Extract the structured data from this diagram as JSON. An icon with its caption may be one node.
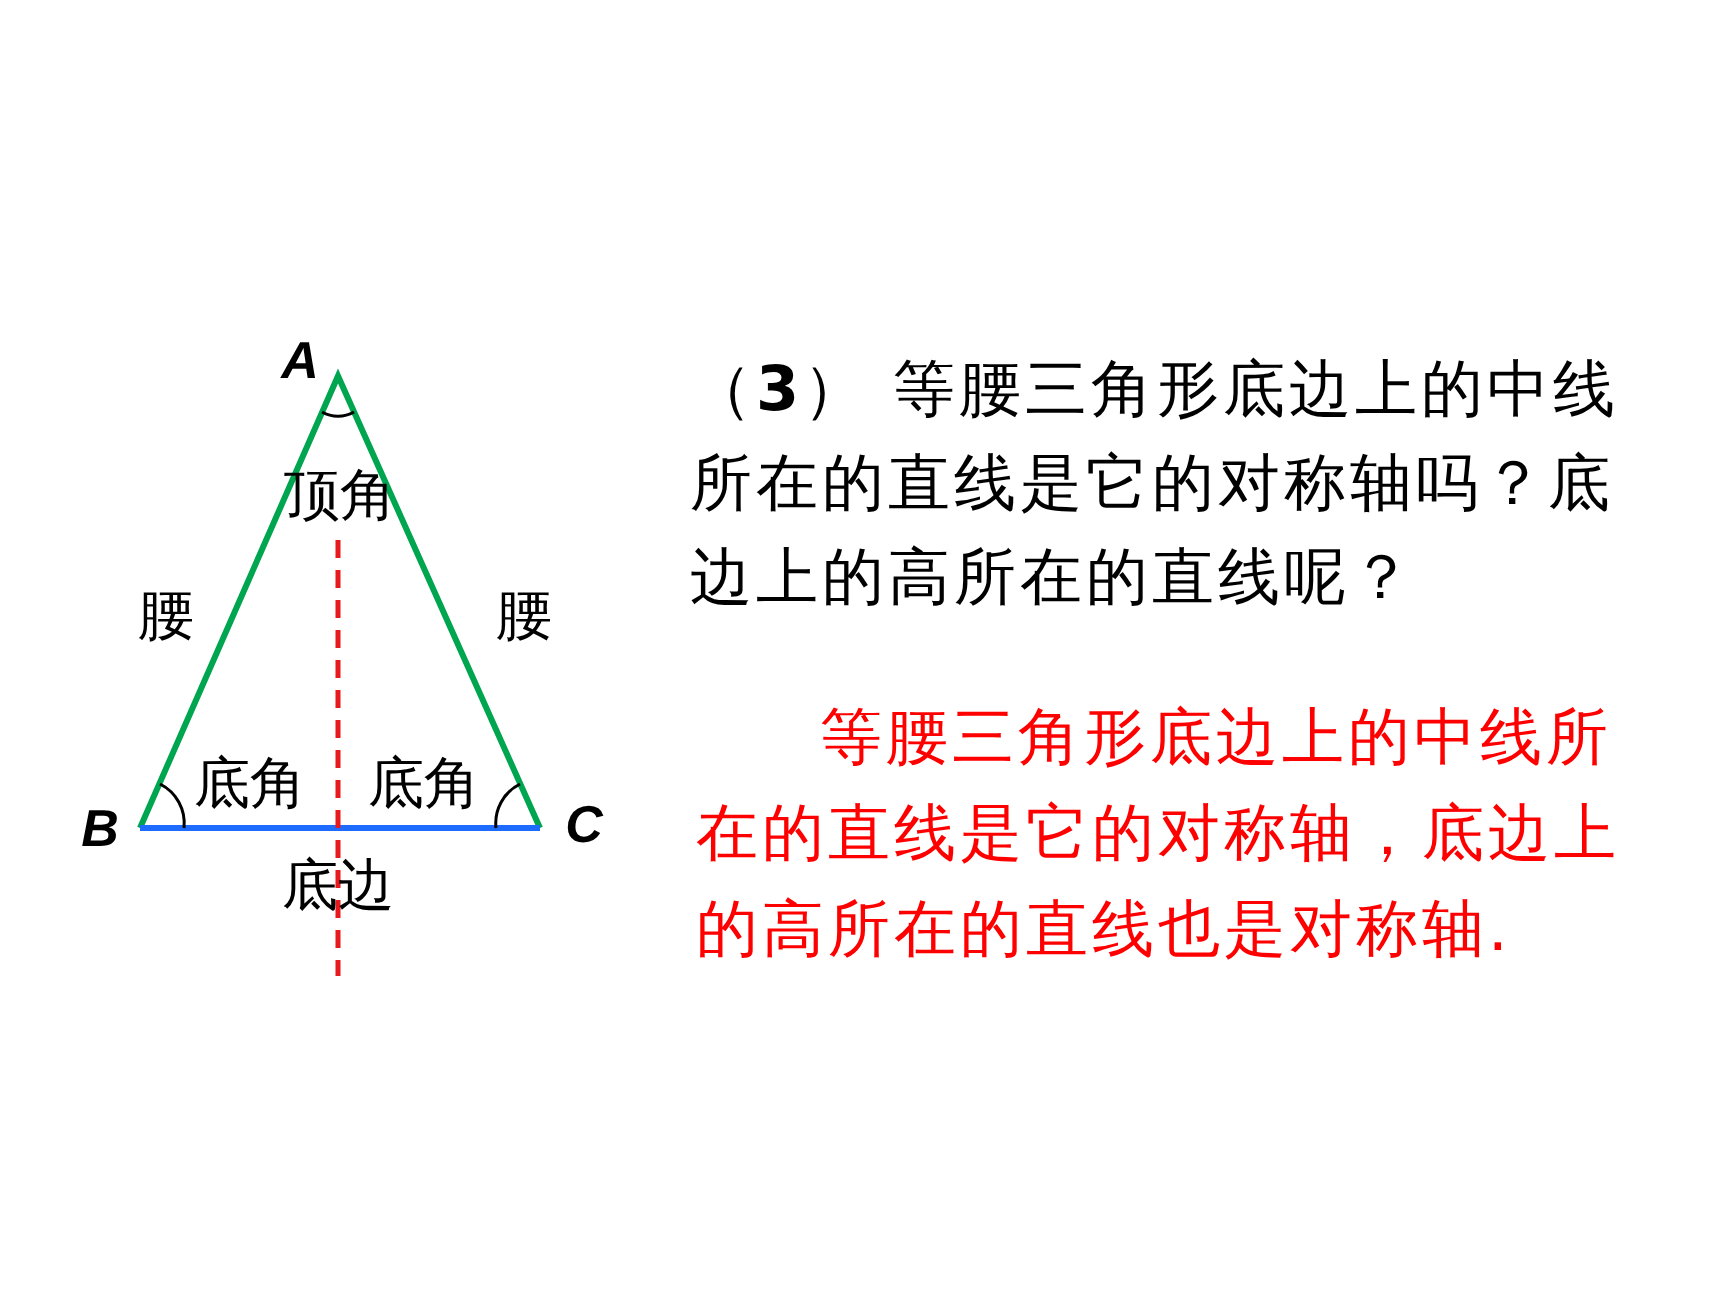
{
  "diagram": {
    "labels": [
      "A",
      "B",
      "C",
      "顶角",
      "腰",
      "腰",
      "底角",
      "底角",
      "底边",
      "（**3**） 等腰三角形底边上的中线所在的直线是它的对称轴吗？底边上的高所在的直线呢？",
      "等腰三角形底边上的中线所在的直线是它的对称轴，底边上的高所在的直线也是对称轴."
    ]
  }
}
